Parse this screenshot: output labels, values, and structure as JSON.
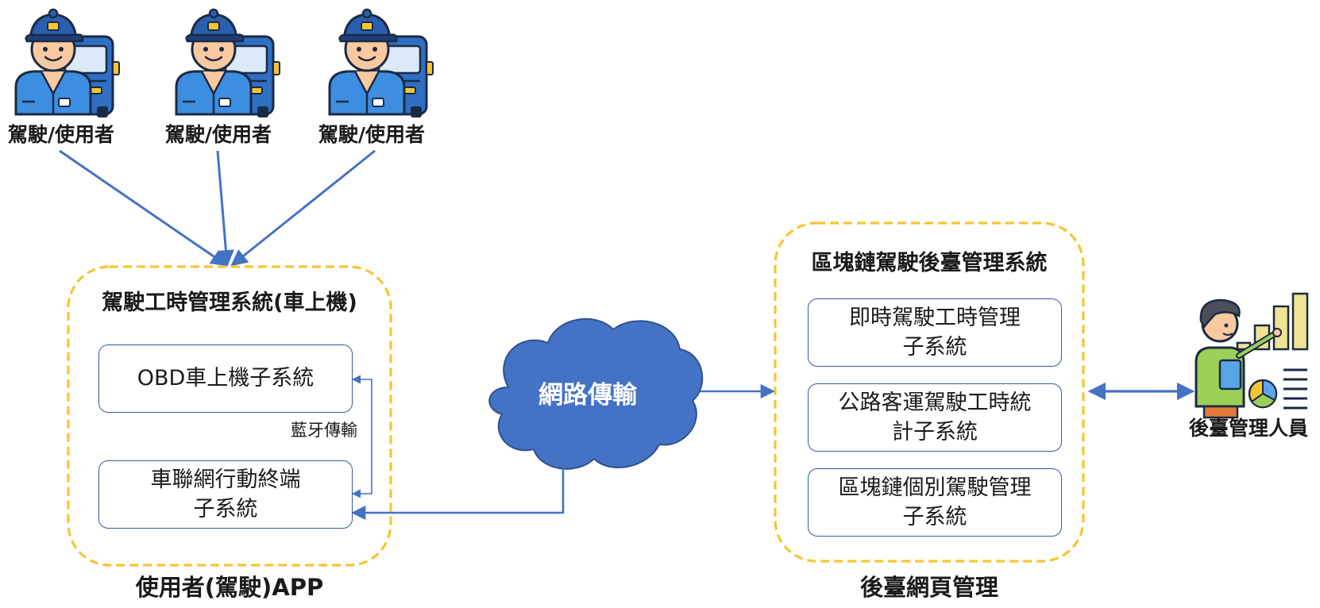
{
  "drivers": {
    "label": "駕駛/使用者",
    "items": [
      {
        "label": "駕駛/使用者"
      },
      {
        "label": "駕駛/使用者"
      },
      {
        "label": "駕駛/使用者"
      }
    ]
  },
  "left_group": {
    "title": "駕駛工時管理系統(車上機)",
    "obd_box": {
      "lines": [
        "OBD車上機子系統"
      ]
    },
    "iov_box": {
      "lines": [
        "車聯網行動終端",
        "子系統"
      ]
    },
    "bluetooth_label": "藍牙傳輸",
    "footer": "使用者(駕駛)APP"
  },
  "cloud": {
    "label": "網路傳輸"
  },
  "right_group": {
    "title": "區塊鏈駕駛後臺管理系統",
    "boxes": [
      {
        "lines": [
          "即時駕駛工時管理",
          "子系統"
        ]
      },
      {
        "lines": [
          "公路客運駕駛工時統",
          "計子系統"
        ]
      },
      {
        "lines": [
          "區塊鏈個別駕駛管理",
          "子系統"
        ]
      }
    ],
    "footer": "後臺網頁管理"
  },
  "admin": {
    "label": "後臺管理人員"
  },
  "colors": {
    "connector": "#4472c4",
    "group_border": "#f6c531",
    "box_border": "#3a57a8",
    "cloud_fill": "#4472c4",
    "uniform_blue": "#3d8ee0",
    "skin": "#f9c9a0",
    "bus_blue": "#3a7fd0"
  },
  "icons": {
    "driver": "driver-with-bus-icon",
    "admin": "presenter-with-chart-icon"
  }
}
